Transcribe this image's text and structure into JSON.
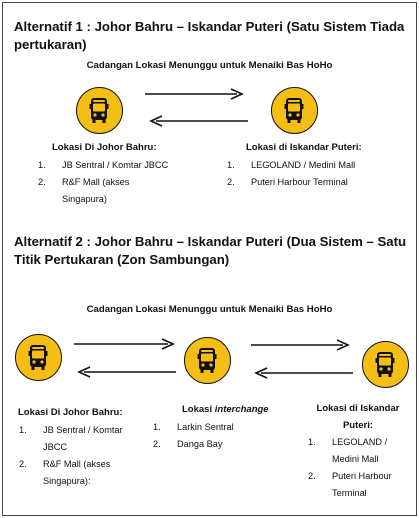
{
  "alt1": {
    "title": "Alternatif 1 : Johor Bahru – Iskandar Puteri (Satu Sistem Tiada pertukaran)",
    "subtitle": "Cadangan Lokasi Menunggu untuk Menaiki Bas HoHo",
    "left_label": "Lokasi Di Johor Bahru:",
    "left_items": [
      {
        "num": "1.",
        "text": "JB Sentral / Komtar JBCC"
      },
      {
        "num": "2.",
        "text": "R&F Mall (akses Singapura)"
      }
    ],
    "right_label": "Lokasi di Iskandar Puteri:",
    "right_items": [
      {
        "num": "1.",
        "text": "LEGOLAND / Medini Mall"
      },
      {
        "num": "2.",
        "text": "Puteri Harbour Terminal"
      }
    ]
  },
  "alt2": {
    "title": "Alternatif 2 : Johor Bahru – Iskandar Puteri (Dua Sistem – Satu Titik Pertukaran (Zon Sambungan)",
    "subtitle": "Cadangan Lokasi Menunggu untuk Menaiki Bas HoHo",
    "left_label": "Lokasi Di Johor Bahru:",
    "left_items": [
      {
        "num": "1.",
        "text": "JB Sentral / Komtar JBCC"
      },
      {
        "num": "2.",
        "text": "R&F Mall (akses Singapura):"
      }
    ],
    "mid_label_prefix": "Lokasi",
    "mid_label_italic": "interchange",
    "mid_items": [
      {
        "num": "1.",
        "text": "Larkin Sentral"
      },
      {
        "num": "2.",
        "text": "Danga Bay"
      }
    ],
    "right_label": "Lokasi di Iskandar Puteri:",
    "right_items": [
      {
        "num": "1.",
        "text": "LEGOLAND / Medini Mall"
      },
      {
        "num": "2.",
        "text": "Puteri Harbour Terminal"
      }
    ]
  },
  "colors": {
    "bus_circle": "#f5be15",
    "outline": "#111111"
  },
  "icons": [
    "bus-icon",
    "arrow-right-icon",
    "arrow-left-icon"
  ]
}
